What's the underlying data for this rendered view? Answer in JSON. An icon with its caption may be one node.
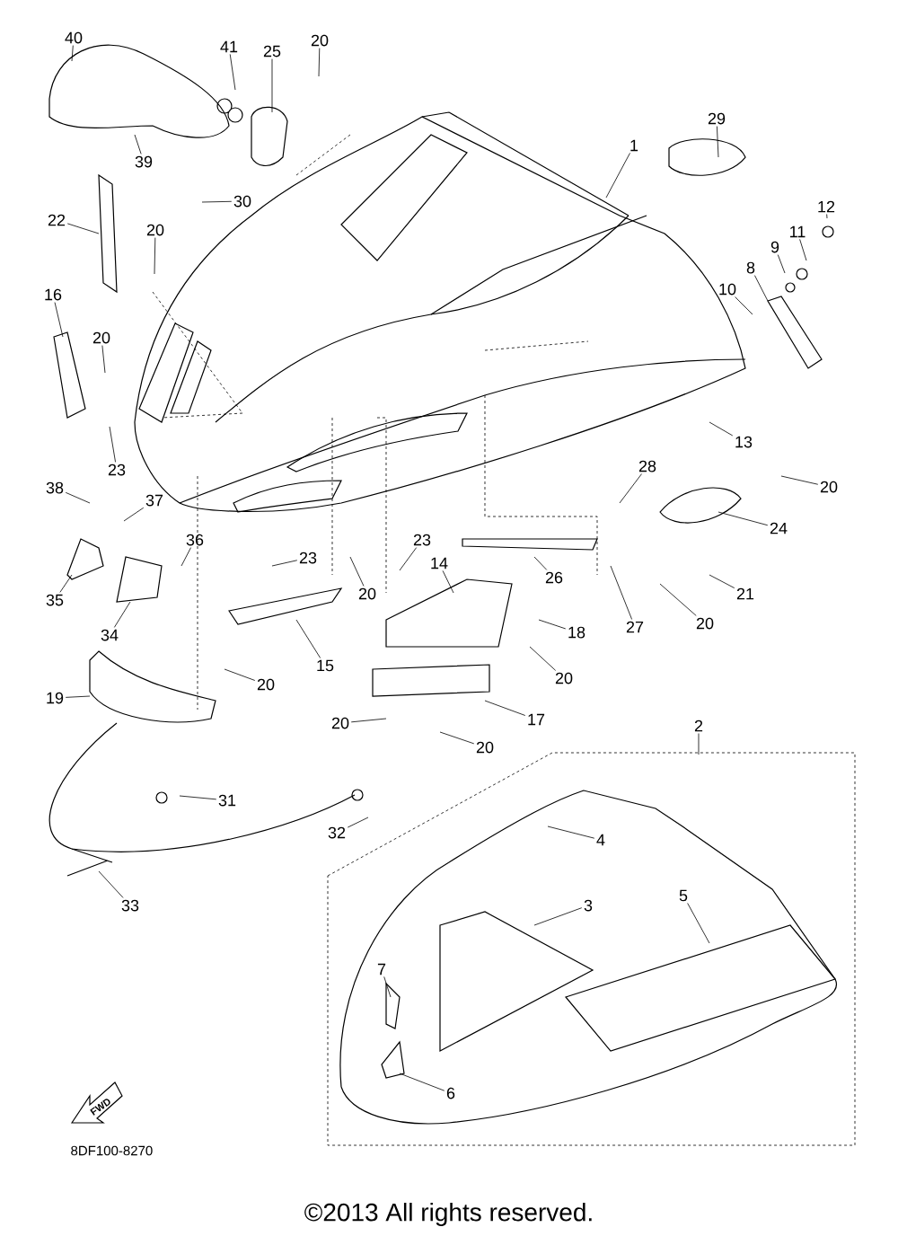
{
  "diagram": {
    "nodes": [
      {
        "text": [
          "40"
        ]
      },
      {
        "text": [
          "41"
        ]
      },
      {
        "text": [
          "25"
        ]
      },
      {
        "text": [
          "20"
        ]
      },
      {
        "text": [
          "39"
        ]
      },
      {
        "text": [
          "29"
        ]
      },
      {
        "text": [
          "1"
        ]
      },
      {
        "text": [
          "12"
        ]
      },
      {
        "text": [
          "22"
        ]
      },
      {
        "text": [
          "20"
        ]
      },
      {
        "text": [
          "30"
        ]
      },
      {
        "text": [
          "9"
        ]
      },
      {
        "text": [
          "11"
        ]
      },
      {
        "text": [
          "8"
        ]
      },
      {
        "text": [
          "16"
        ]
      },
      {
        "text": [
          "20"
        ]
      },
      {
        "text": [
          "10"
        ]
      },
      {
        "text": [
          "13"
        ]
      },
      {
        "text": [
          "23"
        ]
      },
      {
        "text": [
          "38"
        ]
      },
      {
        "text": [
          "37"
        ]
      },
      {
        "text": [
          "28"
        ]
      },
      {
        "text": [
          "20"
        ]
      },
      {
        "text": [
          "24"
        ]
      },
      {
        "text": [
          "36"
        ]
      },
      {
        "text": [
          "23"
        ]
      },
      {
        "text": [
          "23"
        ]
      },
      {
        "text": [
          "14"
        ]
      },
      {
        "text": [
          "35"
        ]
      },
      {
        "text": [
          "34"
        ]
      },
      {
        "text": [
          "26"
        ]
      },
      {
        "text": [
          "21"
        ]
      },
      {
        "text": [
          "20"
        ]
      },
      {
        "text": [
          "18"
        ]
      },
      {
        "text": [
          "27"
        ]
      },
      {
        "text": [
          "20"
        ]
      },
      {
        "text": [
          "15"
        ]
      },
      {
        "text": [
          "20"
        ]
      },
      {
        "text": [
          "20"
        ]
      },
      {
        "text": [
          "19"
        ]
      },
      {
        "text": [
          "17"
        ]
      },
      {
        "text": [
          "20"
        ]
      },
      {
        "text": [
          "20"
        ]
      },
      {
        "text": [
          "2"
        ]
      },
      {
        "text": [
          "31"
        ]
      },
      {
        "text": [
          "32"
        ]
      },
      {
        "text": [
          "4"
        ]
      },
      {
        "text": [
          "33"
        ]
      },
      {
        "text": [
          "3"
        ]
      },
      {
        "text": [
          "5"
        ]
      },
      {
        "text": [
          "7"
        ]
      },
      {
        "text": [
          "6"
        ]
      }
    ],
    "edges": [
      {
        "from": 0,
        "to": null,
        "arrow": "none"
      },
      {
        "from": 1,
        "to": null,
        "arrow": "none"
      },
      {
        "from": 2,
        "to": null,
        "arrow": "none"
      },
      {
        "from": 3,
        "to": null,
        "arrow": "none"
      },
      {
        "from": 4,
        "to": null,
        "arrow": "none"
      },
      {
        "from": 5,
        "to": null,
        "arrow": "none"
      },
      {
        "from": 6,
        "to": null,
        "arrow": "none"
      },
      {
        "from": 7,
        "to": null,
        "arrow": "none"
      },
      {
        "from": 8,
        "to": null,
        "arrow": "none"
      },
      {
        "from": 9,
        "to": null,
        "arrow": "none"
      },
      {
        "from": 10,
        "to": null,
        "arrow": "none"
      },
      {
        "from": 11,
        "to": null,
        "arrow": "none"
      },
      {
        "from": 12,
        "to": null,
        "arrow": "none"
      },
      {
        "from": 13,
        "to": null,
        "arrow": "none"
      },
      {
        "from": 14,
        "to": null,
        "arrow": "none"
      },
      {
        "from": 15,
        "to": null,
        "arrow": "none"
      },
      {
        "from": 16,
        "to": null,
        "arrow": "none"
      },
      {
        "from": 17,
        "to": null,
        "arrow": "none"
      },
      {
        "from": 18,
        "to": null,
        "arrow": "none"
      },
      {
        "from": 19,
        "to": null,
        "arrow": "none"
      },
      {
        "from": 20,
        "to": null,
        "arrow": "none"
      },
      {
        "from": 21,
        "to": null,
        "arrow": "none"
      },
      {
        "from": 22,
        "to": null,
        "arrow": "none"
      },
      {
        "from": 23,
        "to": null,
        "arrow": "none"
      },
      {
        "from": 24,
        "to": null,
        "arrow": "none"
      },
      {
        "from": 25,
        "to": null,
        "arrow": "none"
      },
      {
        "from": 26,
        "to": null,
        "arrow": "none"
      },
      {
        "from": 27,
        "to": null,
        "arrow": "none"
      },
      {
        "from": 28,
        "to": null,
        "arrow": "none"
      },
      {
        "from": 29,
        "to": null,
        "arrow": "none"
      },
      {
        "from": 30,
        "to": null,
        "arrow": "none"
      },
      {
        "from": 31,
        "to": null,
        "arrow": "none"
      },
      {
        "from": 32,
        "to": null,
        "arrow": "none"
      },
      {
        "from": 33,
        "to": null,
        "arrow": "none"
      },
      {
        "from": 34,
        "to": null,
        "arrow": "none"
      },
      {
        "from": 35,
        "to": null,
        "arrow": "none"
      },
      {
        "from": 36,
        "to": null,
        "arrow": "none"
      },
      {
        "from": 37,
        "to": null,
        "arrow": "none"
      },
      {
        "from": 38,
        "to": null,
        "arrow": "none"
      },
      {
        "from": 39,
        "to": null,
        "arrow": "none"
      },
      {
        "from": 40,
        "to": null,
        "arrow": "none"
      },
      {
        "from": 41,
        "to": null,
        "arrow": "none"
      },
      {
        "from": 42,
        "to": null,
        "arrow": "none"
      },
      {
        "from": 43,
        "to": null,
        "arrow": "none"
      },
      {
        "from": 44,
        "to": null,
        "arrow": "none"
      },
      {
        "from": 45,
        "to": null,
        "arrow": "none"
      },
      {
        "from": 46,
        "to": null,
        "arrow": "none"
      },
      {
        "from": 47,
        "to": null,
        "arrow": "none"
      },
      {
        "from": 48,
        "to": null,
        "arrow": "none"
      },
      {
        "from": 49,
        "to": null,
        "arrow": "none"
      },
      {
        "from": 50,
        "to": null,
        "arrow": "none"
      },
      {
        "from": 51,
        "to": null,
        "arrow": "none"
      }
    ],
    "labels": [
      "FWD",
      "8DF100-8270",
      "©2013 All rights reserved."
    ]
  }
}
